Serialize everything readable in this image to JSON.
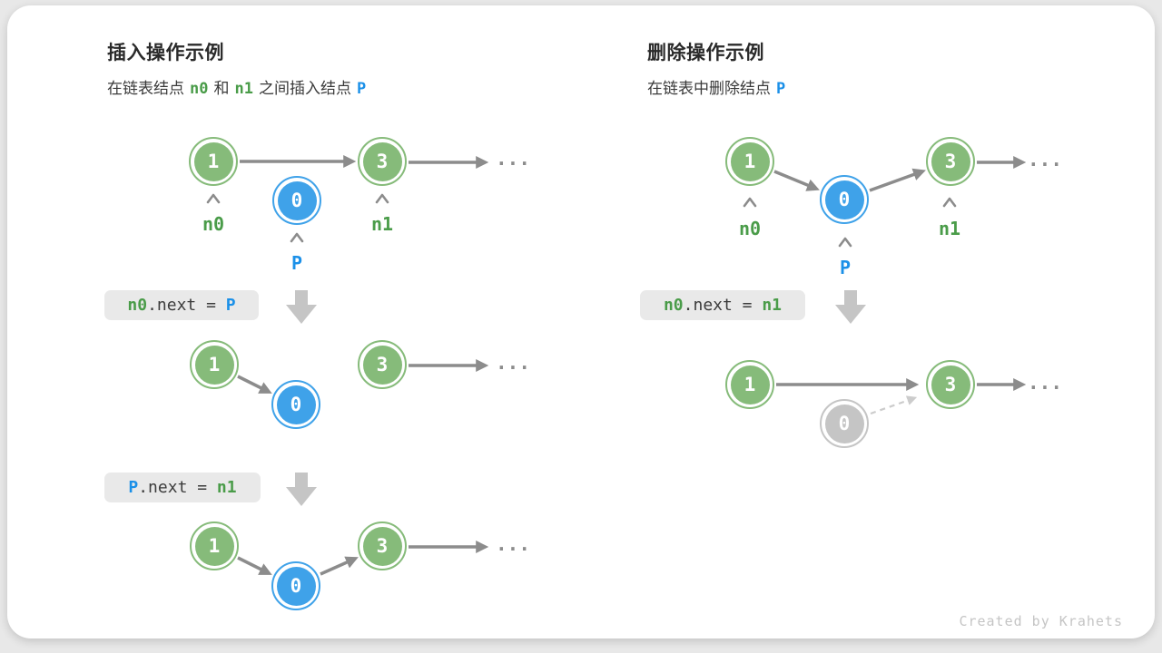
{
  "page": {
    "credit": "Created by Krahets"
  },
  "colors": {
    "node_green": "#86BB7A",
    "node_blue": "#3FA2E9",
    "node_gray": "#C5C5C5",
    "label_green": "#4A9C49",
    "label_blue": "#1B90E8",
    "arrow_gray": "#8C8C8C",
    "dashed_gray": "#CCCCCC",
    "code_box_bg": "#E9E9E9",
    "code_text": "#3C3C3C",
    "block_arrow": "#C5C5C5"
  },
  "insert": {
    "title": "插入操作示例",
    "subtitle": {
      "pre": "在链表结点",
      "n0": "n0",
      "mid": "和",
      "n1": "n1",
      "post": "之间插入结点",
      "p": "P"
    },
    "nodes": {
      "a": "1",
      "b": "0",
      "c": "3"
    },
    "labels": {
      "n0": "n0",
      "p": "P",
      "n1": "n1"
    },
    "ellipsis": "...",
    "step1_code": {
      "lhs": "n0",
      "mid": ".next = ",
      "rhs": "P"
    },
    "step2_code": {
      "lhs": "P",
      "mid": ".next = ",
      "rhs": "n1"
    }
  },
  "delete": {
    "title": "删除操作示例",
    "subtitle": {
      "pre": "在链表中删除结点",
      "p": "P"
    },
    "nodes": {
      "a": "1",
      "b": "0",
      "c": "3"
    },
    "labels": {
      "n0": "n0",
      "p": "P",
      "n1": "n1"
    },
    "ellipsis": "...",
    "code": {
      "lhs": "n0",
      "mid": ".next = ",
      "rhs": "n1"
    }
  }
}
